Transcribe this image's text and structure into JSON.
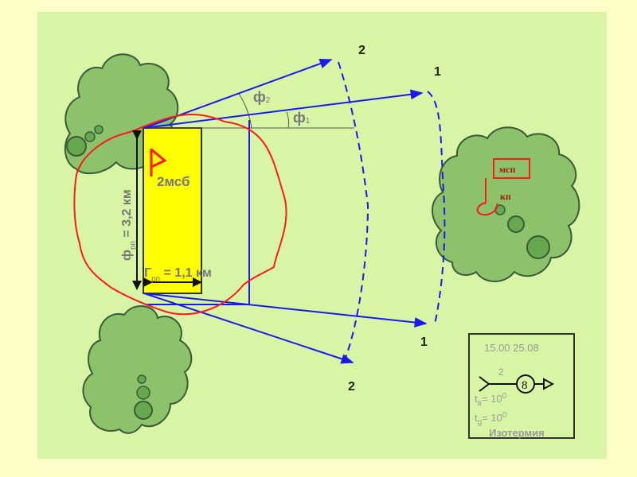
{
  "labels": {
    "dir_2_top": "2",
    "dir_1_top": "1",
    "dir_1_bottom": "1",
    "dir_2_bottom": "2",
    "phi2": "ф",
    "phi2_sub": "2",
    "phi1": "ф",
    "phi1_sub": "1",
    "unit_name": "2мсб",
    "depth_main": "ф",
    "depth_sub": "рп",
    "depth_value": " = 3,2 км",
    "width_main": "Г",
    "width_sub": "рп",
    "width_value": " = 1,1 км",
    "msp": "мсп",
    "kp": "кп"
  },
  "legend": {
    "times": "15.00   25.08",
    "small_num": "2",
    "circle_num": "8",
    "tv_main": "t",
    "tv_sub": "в",
    "tv_value": "= 10",
    "tv_sup": "0",
    "tg_main": "t",
    "tg_sub": "g",
    "tg_value": "= 10",
    "tg_sup": "0",
    "caption": "Изотермия"
  },
  "colors": {
    "page": "#fefec8",
    "map": "#d8f5a6",
    "tree": "#8cc26a",
    "tree_dark": "#66a84e",
    "unit_zone": "#ffff00",
    "arrows": "#1a1aee",
    "contour": "#ff1a1a",
    "outline": "#3a5a3a"
  }
}
